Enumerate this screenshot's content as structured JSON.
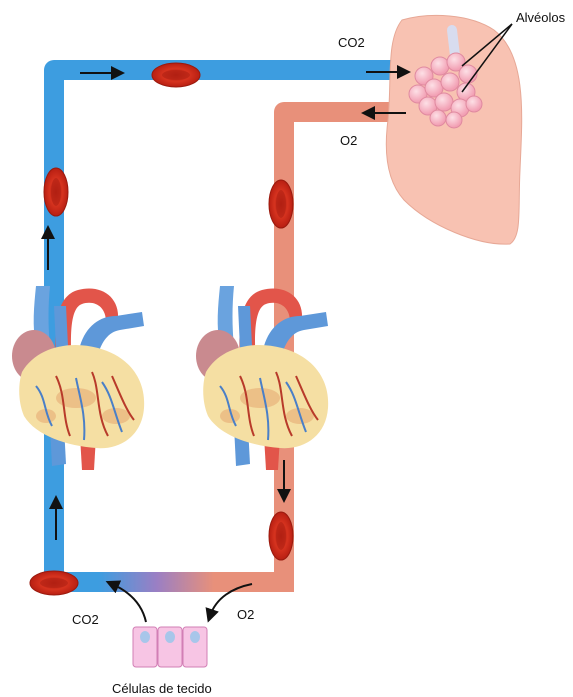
{
  "labels": {
    "alveolos": "Alvéolos",
    "co2_top": "CO2",
    "o2_top": "O2",
    "co2_bottom": "CO2",
    "o2_bottom": "O2",
    "tissue_cells": "Células de tecido"
  },
  "colors": {
    "venous_blue": "#3d9de0",
    "arterial_salmon": "#e8907a",
    "red_blood_cell": "#cc2b1c",
    "lung": "#f8c2b2",
    "alveoli": "#f7b4c2",
    "tissue_cell": "#f7c5e4"
  },
  "icons": [
    "arrow-icon",
    "red-blood-cell-icon",
    "heart-icon",
    "lung-icon",
    "alveoli-icon",
    "tissue-cells-icon"
  ]
}
